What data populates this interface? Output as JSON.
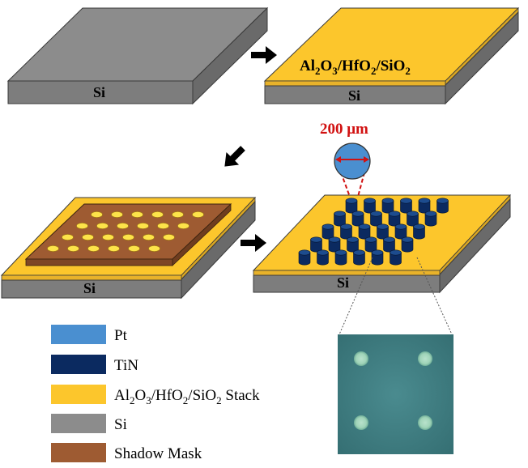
{
  "colors": {
    "pt": "#4a8fd0",
    "tin": "#0b2a60",
    "stack": "#fcc62c",
    "si": "#8c8c8c",
    "mask": "#9e5b32",
    "annotation_red": "#d11111",
    "photo_bg": "#3f7f84"
  },
  "labels": {
    "si": "Si",
    "stack_prefix": "Al",
    "stack_sub1": "2",
    "stack_mid1": "O",
    "stack_sub2": "3",
    "stack_mid2": "/HfO",
    "stack_sub3": "2",
    "stack_mid3": "/SiO",
    "stack_sub4": "2"
  },
  "scale_bar": {
    "value": "200",
    "unit": "μm"
  },
  "legend": [
    {
      "text": "Pt"
    },
    {
      "text": "TiN"
    },
    {
      "text_parts": [
        "Al",
        "2",
        "O",
        "3",
        "/HfO",
        "2",
        "/SiO",
        "2",
        " Stack"
      ]
    },
    {
      "text": "Si"
    },
    {
      "text": "Shadow Mask"
    }
  ],
  "icons": [
    "arrow-right-icon",
    "arrow-down-left-icon",
    "arrow-right-icon"
  ]
}
